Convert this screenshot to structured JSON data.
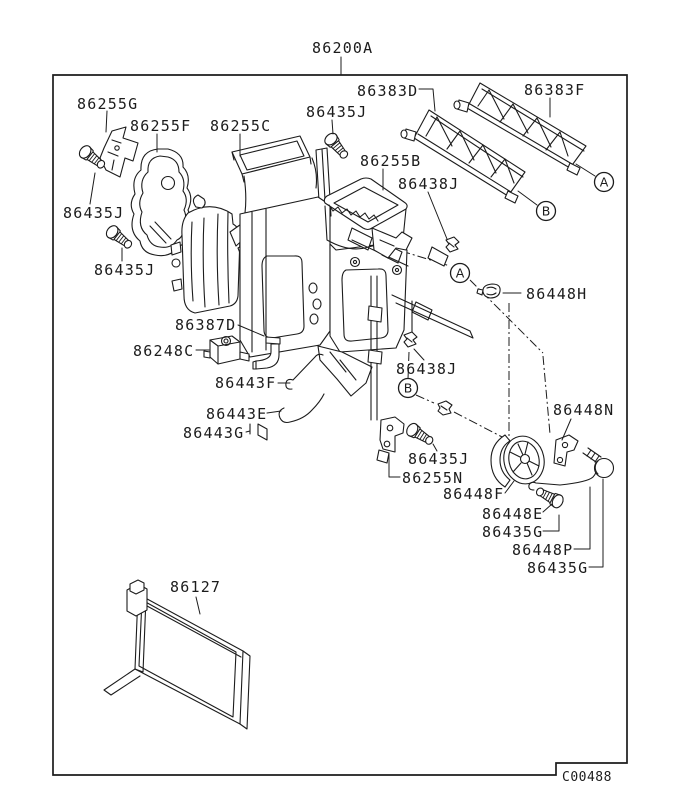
{
  "page": {
    "background_color": "#ffffff",
    "line_color": "#1c1c1c",
    "type": "exploded-parts-diagram"
  },
  "diagram": {
    "assembly_callout": {
      "text": "86200A"
    },
    "drawing_code": {
      "text": "C00488"
    },
    "view_markers": [
      {
        "letter": "A",
        "position": "upper-right"
      },
      {
        "letter": "B",
        "position": "upper-right"
      },
      {
        "letter": "A",
        "position": "center"
      },
      {
        "letter": "B",
        "position": "center"
      }
    ],
    "callouts": [
      {
        "part": "86255G"
      },
      {
        "part": "86255F"
      },
      {
        "part": "86255C"
      },
      {
        "part": "86435J"
      },
      {
        "part": "86383D"
      },
      {
        "part": "86383F"
      },
      {
        "part": "86255B"
      },
      {
        "part": "86438J"
      },
      {
        "part": "86435J"
      },
      {
        "part": "86435J"
      },
      {
        "part": "86448H"
      },
      {
        "part": "86387D"
      },
      {
        "part": "86248C"
      },
      {
        "part": "86438J"
      },
      {
        "part": "86443F"
      },
      {
        "part": "86443E"
      },
      {
        "part": "86443G"
      },
      {
        "part": "86448N"
      },
      {
        "part": "86435J"
      },
      {
        "part": "86255N"
      },
      {
        "part": "86448F"
      },
      {
        "part": "86448E"
      },
      {
        "part": "86435G"
      },
      {
        "part": "86448P"
      },
      {
        "part": "86435G"
      },
      {
        "part": "86127"
      }
    ]
  }
}
